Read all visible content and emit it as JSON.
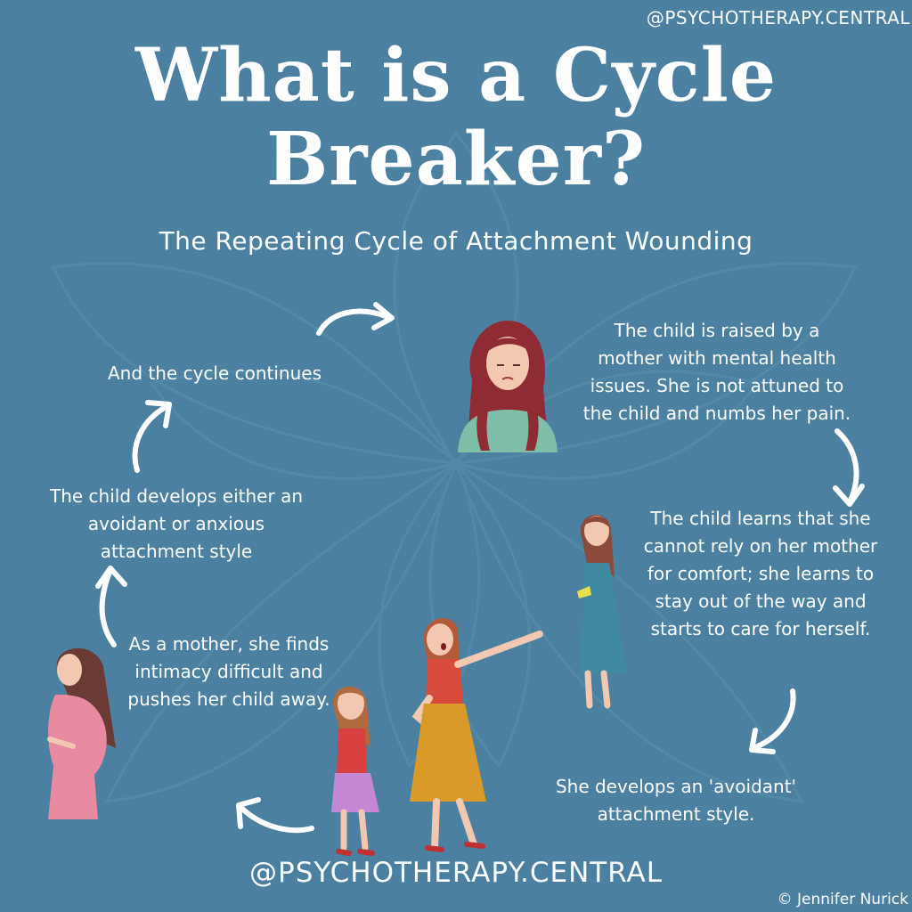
{
  "header": {
    "handle": "@PSYCHOTHERAPY.CENTRAL",
    "title_line1": "What is a Cycle",
    "title_line2": "Breaker?",
    "subtitle": "The Repeating Cycle of Attachment Wounding"
  },
  "steps": [
    {
      "text": "The child is raised by a mother with mental health issues. She is not attuned to the child and numbs her pain."
    },
    {
      "text": "The child learns that she cannot rely on her mother for comfort; she learns to stay out of the way and starts to care for herself."
    },
    {
      "text": "She develops an 'avoidant' attachment style."
    },
    {
      "text": "As a mother, she finds intimacy difficult and pushes her child away."
    },
    {
      "text": "The child develops either an avoidant or anxious attachment style"
    },
    {
      "text": "And the cycle continues"
    }
  ],
  "footer": {
    "handle": "@PSYCHOTHERAPY.CENTRAL",
    "copyright": "© Jennifer Nurick"
  },
  "colors": {
    "background": "#4b80a0",
    "text": "#ffffff",
    "leaf_pattern": "#5b8fae"
  },
  "icons": [
    "curved-arrow-icon",
    "sad-mother-illustration",
    "sad-girl-illustration",
    "pointing-mother-illustration",
    "small-girl-illustration",
    "pregnant-woman-illustration"
  ]
}
